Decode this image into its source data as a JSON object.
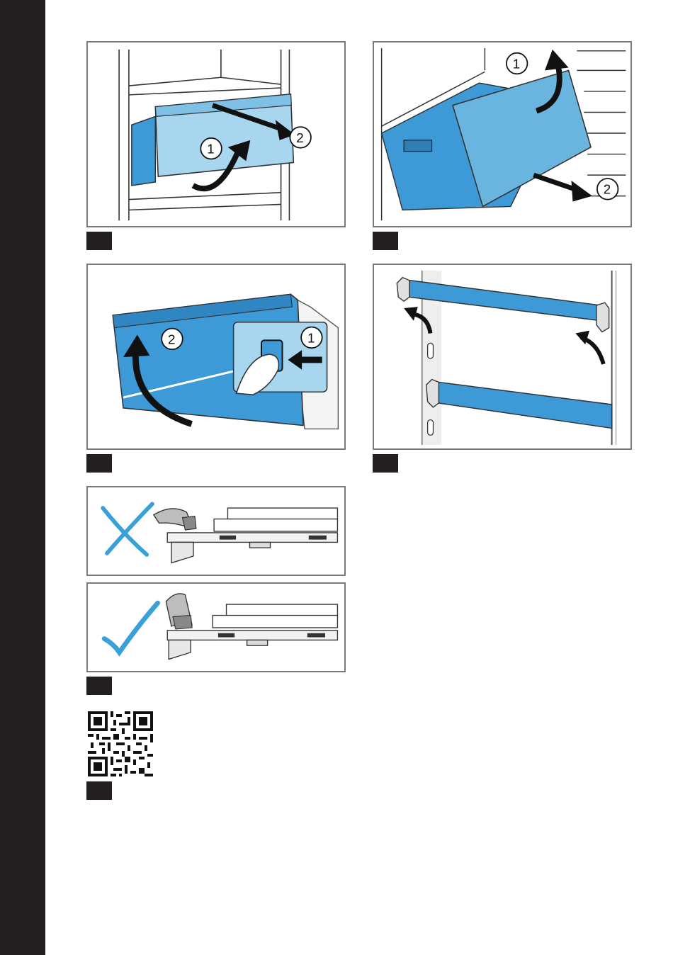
{
  "steps": {
    "drawer_remove": {
      "callouts": [
        "1",
        "2"
      ]
    },
    "drawer_tilt_out": {
      "callouts": [
        "1",
        "2"
      ]
    },
    "drawer_front_release": {
      "callouts": [
        "1",
        "2"
      ]
    },
    "rail_mount": {
      "callouts": []
    },
    "runner_position": {
      "wrong_icon": "cross-icon",
      "correct_icon": "check-icon"
    },
    "qr": {
      "icon": "qr-code-icon"
    }
  },
  "colors": {
    "drawer_blue": "#3d9ad6",
    "drawer_light": "#a9d6ef",
    "mark_blue": "#3aa0d8",
    "sidebar": "#231f20",
    "frame": "#7a7a7a"
  }
}
